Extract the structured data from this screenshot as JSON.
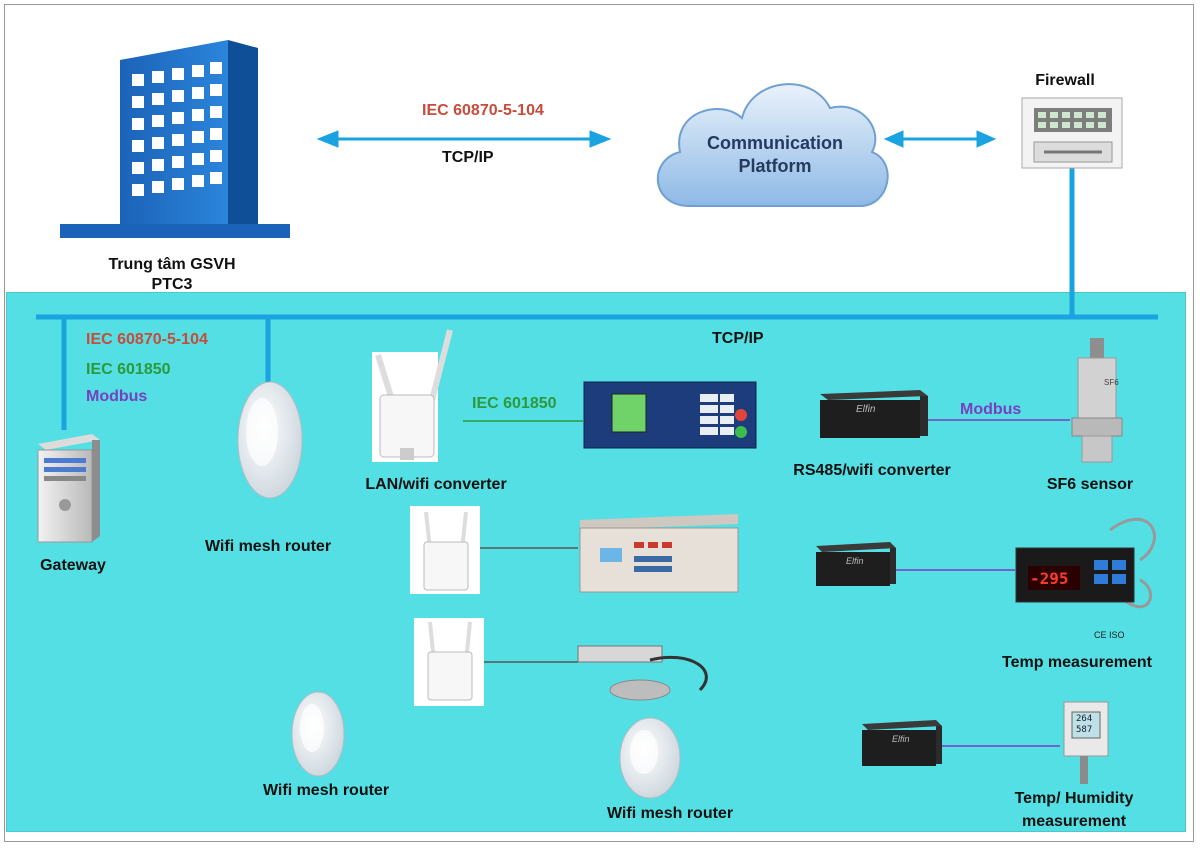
{
  "top": {
    "center_label_line1": "Trung tâm GSVH",
    "center_label_line2": "PTC3",
    "proto_top": "IEC 60870-5-104",
    "tcpip_top": "TCP/IP",
    "cloud_line1": "Communication",
    "cloud_line2": "Platform",
    "firewall": "Firewall"
  },
  "lan": {
    "bus_label": "TCP/IP",
    "protocols": [
      "IEC 60870-5-104",
      "IEC 601850",
      "Modbus"
    ],
    "gateway": "Gateway",
    "wifi_router_1": "Wifi mesh router",
    "lan_wifi_converter": "LAN/wifi converter",
    "iec_link": "IEC 601850",
    "rs485_converter": "RS485/wifi converter",
    "modbus_link": "Modbus",
    "sf6_sensor": "SF6 sensor",
    "temp_measurement": "Temp measurement",
    "wifi_router_2": "Wifi mesh router",
    "wifi_router_3": "Wifi mesh router",
    "temp_humidity_1": "Temp/ Humidity",
    "temp_humidity_2": "measurement",
    "converter_brand": "Elfin",
    "temp_display": "-295",
    "humidity_display_1": "264",
    "humidity_display_2": "587"
  },
  "colors": {
    "lan_background": "#53dfe3",
    "bus": "#1aa3e0",
    "iec104": "#d9503f",
    "iec61850": "#2c9a3c",
    "modbus": "#7a3fc0",
    "building": "#1d6fc2"
  },
  "icons": [
    "building-icon",
    "cloud-icon",
    "firewall-icon",
    "server-icon",
    "router-icon",
    "wifi-extender-icon",
    "relay-icon",
    "converter-icon",
    "sf6-sensor-icon",
    "thermometer-controller-icon",
    "humidity-sensor-icon",
    "clamp-meter-icon"
  ]
}
